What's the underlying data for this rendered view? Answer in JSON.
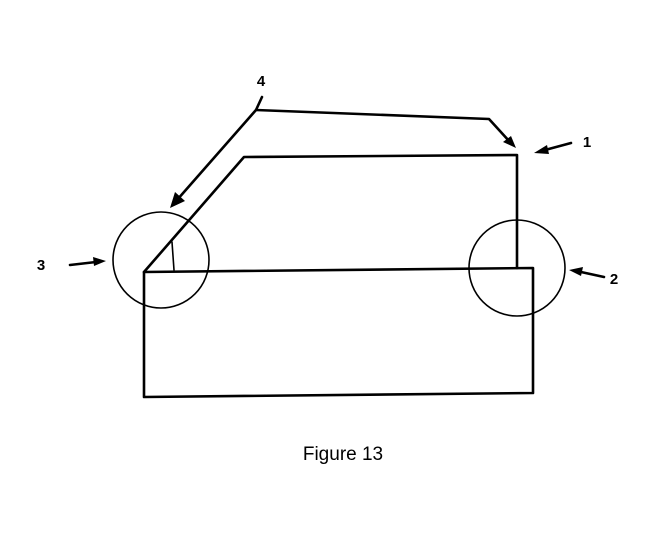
{
  "diagram": {
    "labels": {
      "label_1": "1",
      "label_2": "2",
      "label_3": "3",
      "label_4": "4"
    },
    "caption": "Figure 13",
    "colors": {
      "ink": "#000000",
      "background": "#ffffff"
    }
  }
}
